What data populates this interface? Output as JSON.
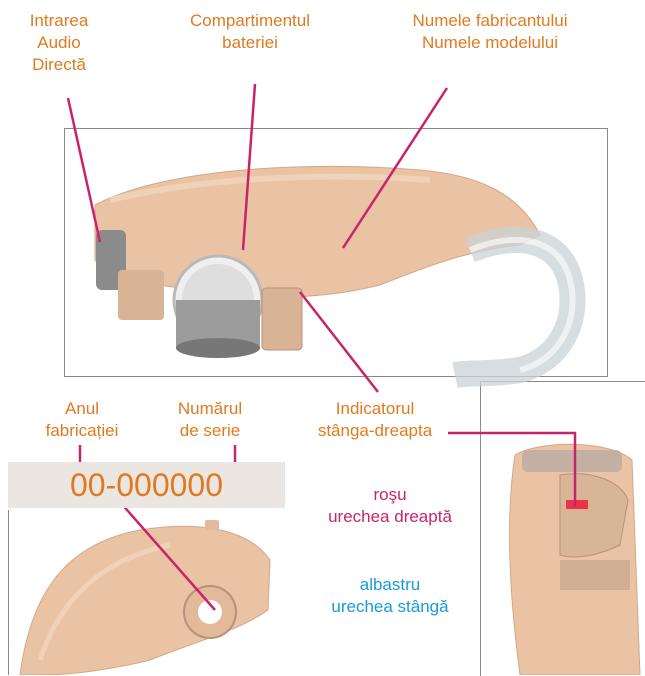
{
  "labels": {
    "audio_input": [
      "Intrarea",
      "Audio",
      "Directă"
    ],
    "battery": [
      "Compartimentul",
      "bateriei"
    ],
    "maker": [
      "Numele fabricantului",
      "Numele modelului"
    ],
    "year": [
      "Anul",
      "fabricației"
    ],
    "serial_label": [
      "Numărul",
      "de serie"
    ],
    "side_indicator": [
      "Indicatorul",
      "stânga-dreapta"
    ]
  },
  "serial_value": "00-000000",
  "legend": {
    "red": [
      "roşu",
      "urechea dreaptă"
    ],
    "blue": [
      "albastru",
      "urechea stângă"
    ]
  },
  "colors": {
    "label": "#e07a1f",
    "leader_line": "#c8246a",
    "red_text": "#c8246a",
    "blue_text": "#1a9ad6",
    "skin": "#e9c3a4"
  }
}
